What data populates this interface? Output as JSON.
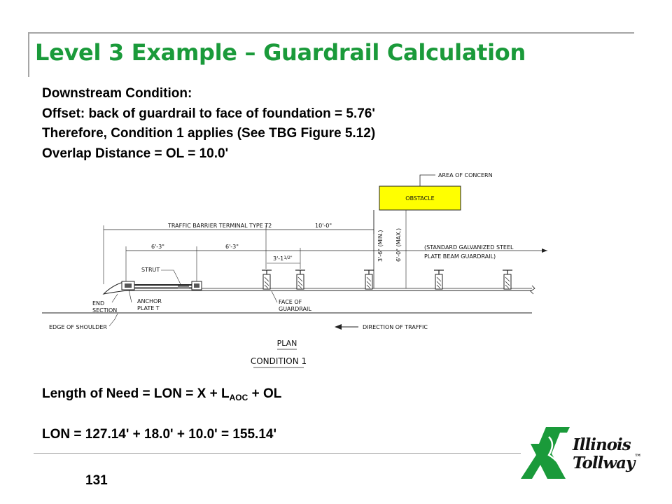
{
  "slide": {
    "title": "Level 3 Example – Guardrail Calculation",
    "page_number": "131"
  },
  "intro_lines": [
    "Downstream Condition:",
    "Offset: back of guardrail to face of foundation = 5.76'",
    "Therefore, Condition 1 applies (See TBG Figure 5.12)",
    "Overlap Distance = OL = 10.0'"
  ],
  "drawing": {
    "area_of_concern": "AREA OF CONCERN",
    "obstacle": "OBSTACLE",
    "traffic_barrier_terminal": "TRAFFIC BARRIER TERMINAL TYPE T2",
    "overlap_dim": "10'-0\"",
    "dim_left": "6'-3\"",
    "dim_right": "6'-3\"",
    "dim_post": "3'-1",
    "dim_post_frac": "1/2\"",
    "min_dim": "3'-6\" (MIN.)",
    "max_dim": "6'-0\" (MAX.)",
    "standard_line1": "(STANDARD GALVANIZED STEEL",
    "standard_line2": "PLATE BEAM GUARDRAIL)",
    "strut": "STRUT",
    "end_line1": "END",
    "end_line2": "SECTION",
    "anchor_line1": "ANCHOR",
    "anchor_line2": "PLATE T",
    "face_line1": "FACE OF",
    "face_line2": "GUARDRAIL",
    "edge_of_shoulder": "EDGE OF SHOULDER",
    "direction_of_traffic": "DIRECTION OF TRAFFIC",
    "plan": "PLAN",
    "condition": "CONDITION 1",
    "obstacle_color": "#ffff00"
  },
  "formula": {
    "prefix": "Length of Need = LON = X + L",
    "subscript": "AOC",
    "suffix": " + OL"
  },
  "result": "LON = 127.14' + 18.0' + 10.0' = 155.14'",
  "logo": {
    "line1": "Illinois",
    "line2": "Tollway",
    "trademark": "™",
    "brand_color": "#1a9a3a"
  }
}
